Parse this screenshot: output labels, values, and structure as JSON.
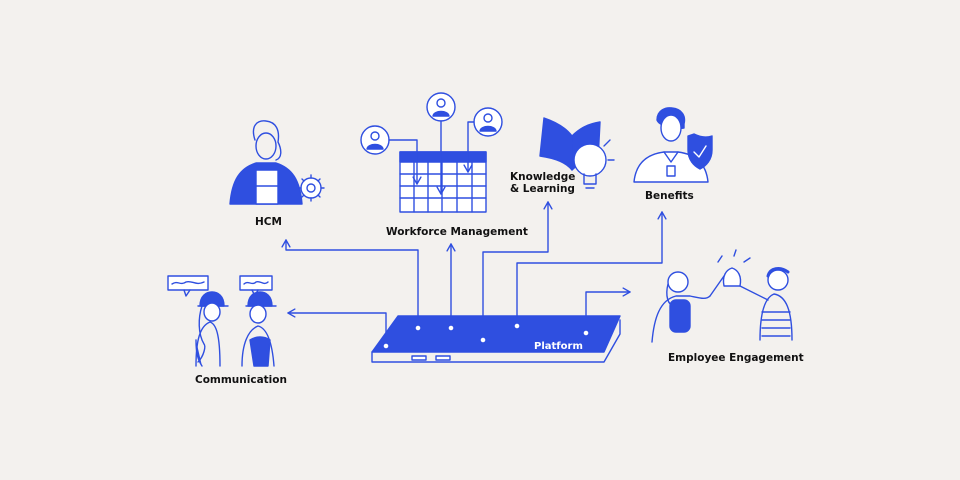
{
  "colors": {
    "background": "#f3f1ee",
    "primary": "#2f4fe0",
    "text": "#111111"
  },
  "nodes": {
    "platform": "Platform",
    "hcm": "HCM",
    "workforce": "Workforce Management",
    "knowledge": "Knowledge & Learning",
    "benefits": "Benefits",
    "engagement": "Employee Engagement",
    "communication": "Communication"
  },
  "icons": {
    "platform": "platform-slab-icon",
    "hcm": "worker-gear-icon",
    "workforce": "calendar-people-icon",
    "knowledge": "book-lightbulb-icon",
    "benefits": "badge-shield-icon",
    "engagement": "high-five-icon",
    "communication": "chat-workers-icon"
  }
}
